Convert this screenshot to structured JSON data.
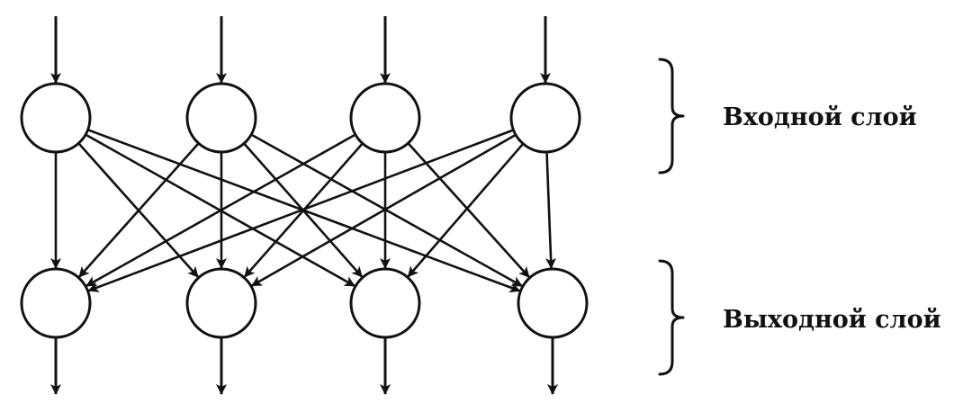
{
  "diagram": {
    "type": "feedforward-network",
    "layers": [
      {
        "label": "Входной слой",
        "node_count": 4
      },
      {
        "label": "Выходной слой",
        "node_count": 4
      }
    ],
    "connections": "all-to-all",
    "stroke_color": "#111111",
    "background_color": "#ffffff"
  }
}
